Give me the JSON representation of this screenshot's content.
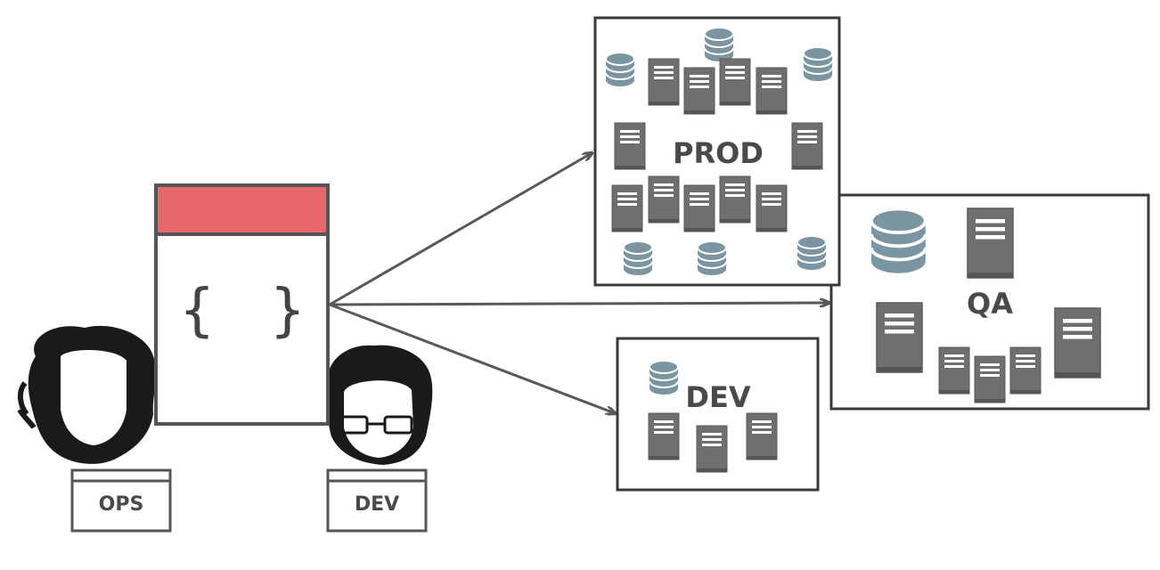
{
  "colors": {
    "stroke": "#3a3a3a",
    "server": "#6f6f6f",
    "server_edge": "#595959",
    "database": "#7a96a3",
    "accent_header": "#e8676a",
    "text": "#4a4a4a"
  },
  "config_file": {
    "symbol": "{   }",
    "icon": "config-file-icon"
  },
  "people": [
    {
      "label": "OPS",
      "icon": "ops-person-icon"
    },
    {
      "label": "DEV",
      "icon": "dev-person-icon"
    }
  ],
  "environments": {
    "prod": {
      "label": "PROD"
    },
    "qa": {
      "label": "QA"
    },
    "dev": {
      "label": "DEV"
    }
  }
}
